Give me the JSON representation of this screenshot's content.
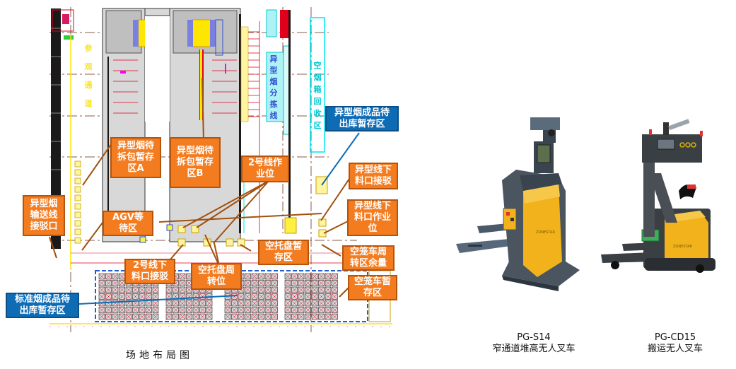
{
  "layout_title": "场地布局图",
  "plan": {
    "vertical_labels": {
      "visitor_channel": "参\n观\n通\n道",
      "special_sort_line": "异\n型\n烟\n分\n拣\n线",
      "empty_box_recycle": "空\n烟\n箱\n回\n收\n区"
    },
    "callouts": [
      {
        "id": "special-waiting-unpack-a",
        "text": "异型烟待\n拆包暂存\n区A",
        "color": "orange"
      },
      {
        "id": "special-waiting-unpack-b",
        "text": "异型烟待\n拆包暂存\n区B",
        "color": "orange"
      },
      {
        "id": "line2-work-position",
        "text": "2号线作\n业位",
        "color": "orange"
      },
      {
        "id": "special-finished-outbound",
        "text": "异型烟成品待\n出库暂存区",
        "color": "blue"
      },
      {
        "id": "special-line-discharge-dock",
        "text": "异型线下\n料口接驳",
        "color": "orange"
      },
      {
        "id": "special-line-discharge-work",
        "text": "异型线下\n料口作业\n位",
        "color": "orange"
      },
      {
        "id": "special-conveyor-dock",
        "text": "异型烟\n输送线\n接驳口",
        "color": "orange"
      },
      {
        "id": "agv-waiting-area",
        "text": "AGV等\n待区",
        "color": "orange"
      },
      {
        "id": "line2-discharge-dock",
        "text": "2号线下\n料口接驳",
        "color": "orange"
      },
      {
        "id": "empty-pallet-storage",
        "text": "空托盘暂\n存区",
        "color": "orange"
      },
      {
        "id": "empty-pallet-turnover",
        "text": "空托盘周\n转位",
        "color": "orange"
      },
      {
        "id": "empty-cage-turnover-surplus",
        "text": "空笼车周\n转区余量",
        "color": "orange"
      },
      {
        "id": "empty-cage-storage",
        "text": "空笼车暂\n存区",
        "color": "orange"
      },
      {
        "id": "standard-finished-outbound",
        "text": "标准烟成品待\n出库暂存区",
        "color": "blue"
      }
    ]
  },
  "products": [
    {
      "model": "PG-S14",
      "description": "窄通道堆高无人叉车"
    },
    {
      "model": "PG-CD15",
      "description": "搬运无人叉车"
    }
  ],
  "colors": {
    "callout_orange": "#f47c20",
    "callout_blue": "#0e6cb5",
    "forklift_yellow": "#f2b21c",
    "forklift_gray": "#4a5560"
  }
}
